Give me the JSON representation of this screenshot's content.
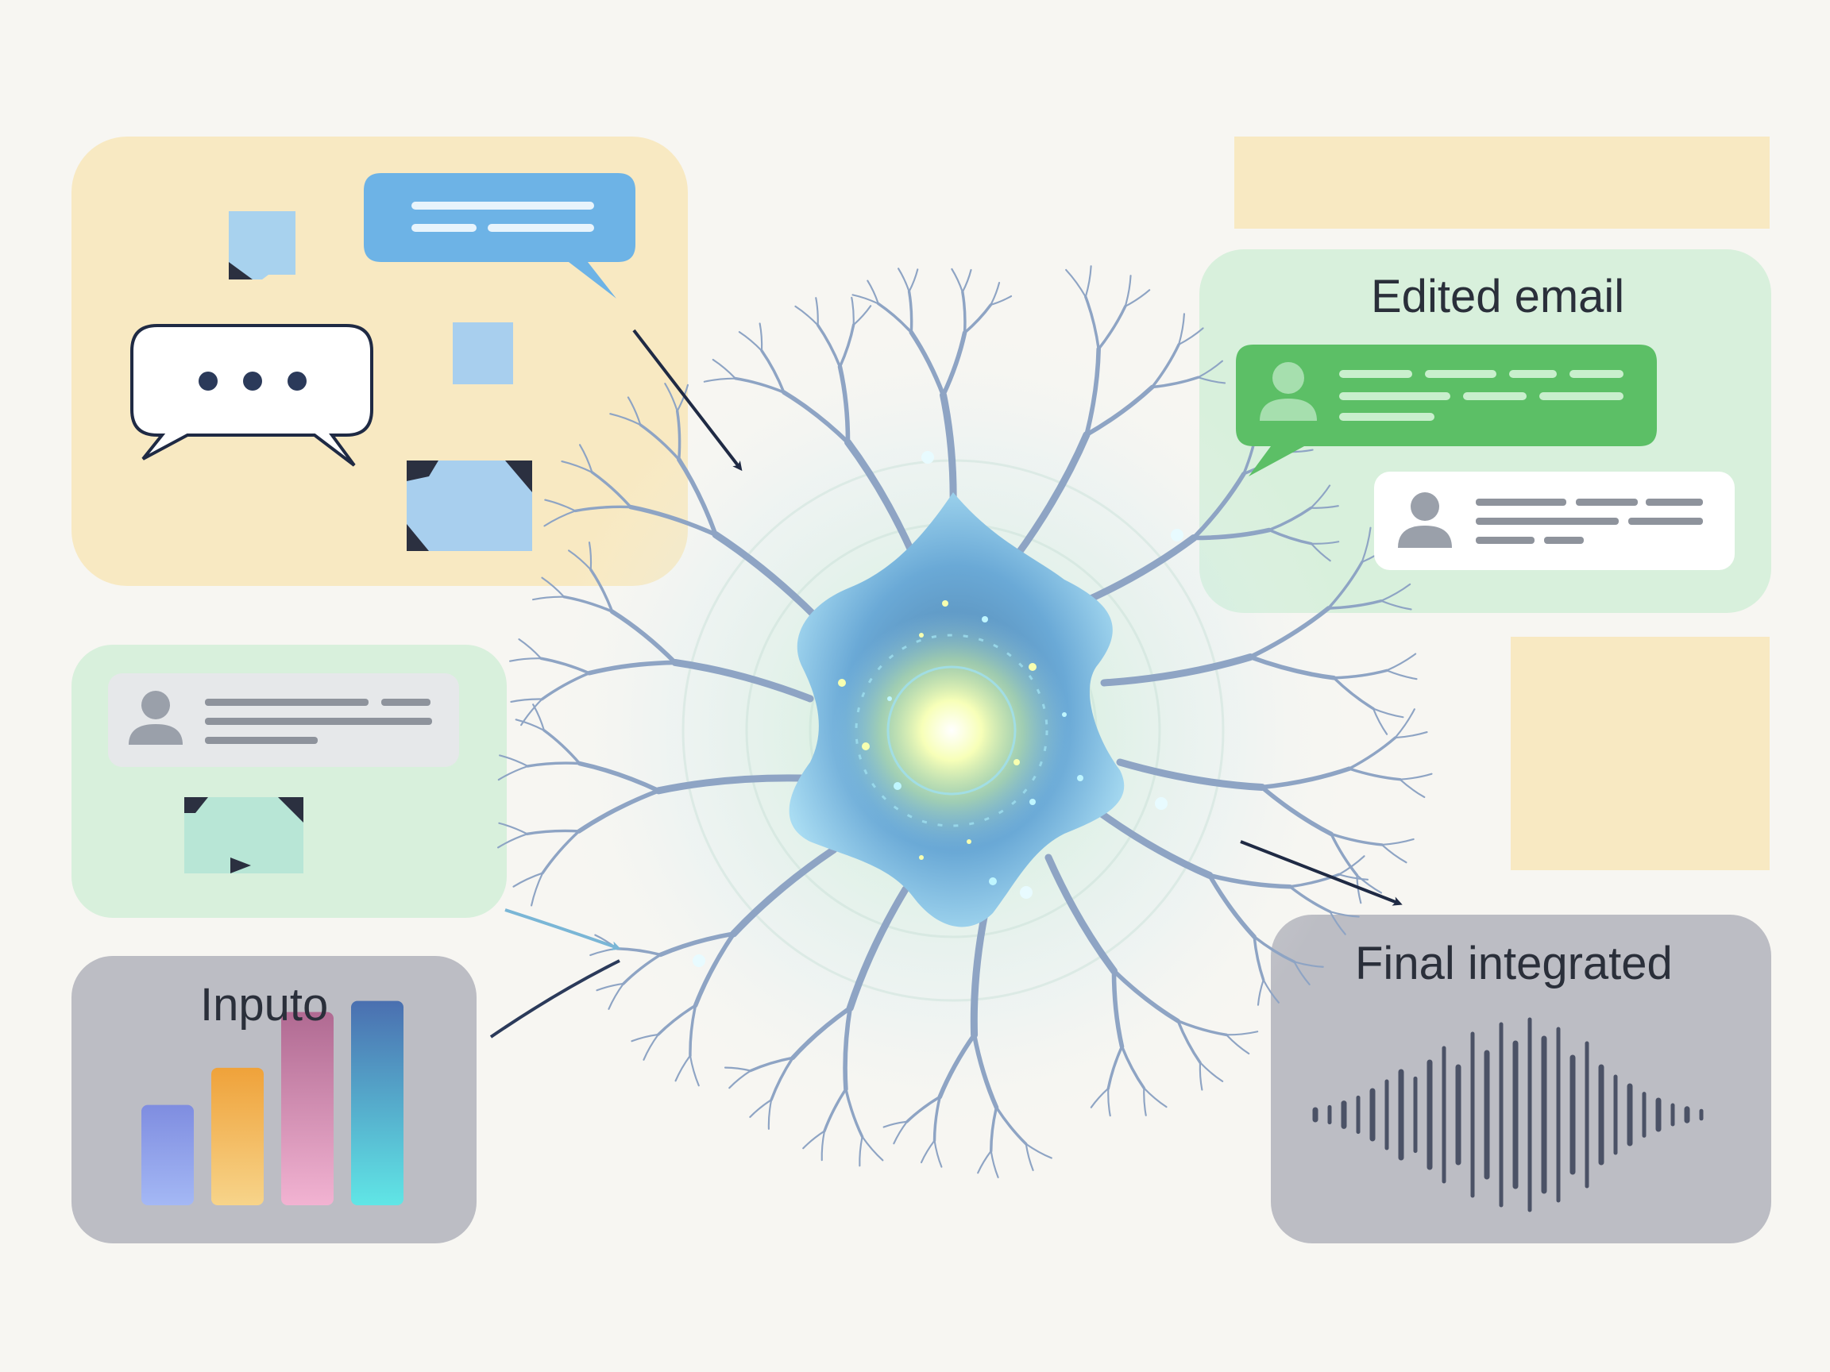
{
  "labels": {
    "edited": "Edited email",
    "final": "Final integrated",
    "input": "Inputo"
  },
  "colors": {
    "yellow_panel": "#f8e9c2",
    "green_panel": "#d8f0dc",
    "gray_panel": "#bcbdc4",
    "blue_bubble": "#6db3e6",
    "green_bubble": "#5cbf66",
    "neuron": "#8ea4c4",
    "glow": "#f4f9a8"
  },
  "icons": [
    "chat-bubble-icon",
    "typing-bubble-icon",
    "user-avatar-icon",
    "waveform-icon",
    "bar-chart-icon",
    "arrow-icon"
  ],
  "bars": [
    {
      "level": 0.27,
      "from": "#7f8de0",
      "to": "#a4b8f5"
    },
    {
      "level": 0.37,
      "from": "#efa23a",
      "to": "#f7d48a"
    },
    {
      "level": 0.52,
      "from": "#b06a92",
      "to": "#f2b3d2"
    },
    {
      "level": 0.55,
      "from": "#4a6fb0",
      "to": "#60e6e6"
    }
  ],
  "waveform": [
    0.05,
    0.08,
    0.12,
    0.18,
    0.25,
    0.35,
    0.45,
    0.38,
    0.55,
    0.7,
    0.5,
    0.85,
    0.65,
    0.95,
    0.75,
    1.0,
    0.8,
    0.9,
    0.6,
    0.75,
    0.5,
    0.4,
    0.3,
    0.22,
    0.15,
    0.1,
    0.06,
    0.04
  ]
}
